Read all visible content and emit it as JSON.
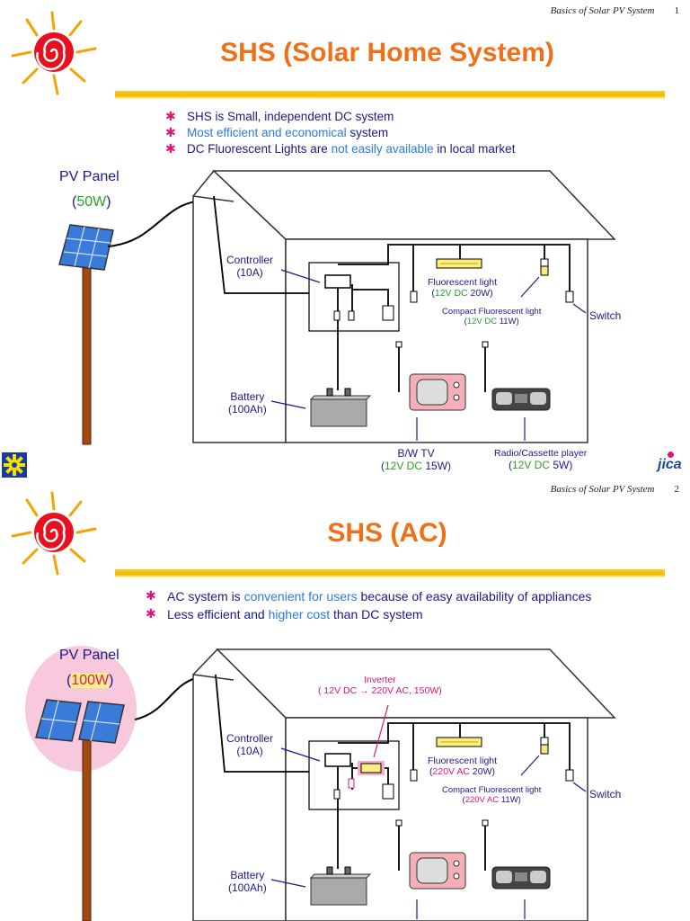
{
  "slides": [
    {
      "header": {
        "text": "Basics of Solar PV System",
        "page": "1"
      },
      "title": "SHS (Solar Home System)",
      "bullets": [
        {
          "parts": [
            {
              "t": "SHS is Small, independent DC system",
              "c": "n"
            }
          ]
        },
        {
          "parts": [
            {
              "t": "Most efficient and economical ",
              "c": "h"
            },
            {
              "t": "system",
              "c": "n"
            }
          ]
        },
        {
          "parts": [
            {
              "t": "DC Fluorescent Lights are ",
              "c": "n"
            },
            {
              "t": "not easily available",
              "c": "h"
            },
            {
              "t": " in local market",
              "c": "n"
            }
          ]
        }
      ],
      "pv": {
        "label": "PV Panel",
        "open": "(",
        "watt": "50W",
        "close": ")"
      },
      "controller": {
        "l1": "Controller",
        "l2": "(10A)"
      },
      "battery": {
        "l1": "Battery",
        "l2": "(100Ah)"
      },
      "fluorescent": {
        "l1": "Fluorescent light",
        "open": "(",
        "spec": "12V DC",
        "watt": " 20W",
        "close": ")"
      },
      "cfl": {
        "l1": "Compact Fluorescent light",
        "open": "(",
        "spec": "12V DC",
        "watt": " 11W",
        "close": ")"
      },
      "switch": "Switch",
      "tv": {
        "l1": "B/W TV",
        "open": "(",
        "spec": "12V DC",
        "watt": " 15W",
        "close": ")"
      },
      "radio": {
        "l1": "Radio/Cassette player",
        "open": "(",
        "spec": "12V DC",
        "watt": " 5W",
        "close": ")"
      },
      "logo": "jica"
    },
    {
      "header": {
        "text": "Basics of Solar PV System",
        "page": "2"
      },
      "title": "SHS (AC)",
      "bullets": [
        {
          "parts": [
            {
              "t": "AC system is ",
              "c": "n"
            },
            {
              "t": "convenient for users",
              "c": "h"
            },
            {
              "t": " because of easy availability of appliances",
              "c": "n"
            }
          ]
        },
        {
          "parts": [
            {
              "t": "Less efficient and ",
              "c": "n"
            },
            {
              "t": "higher cost",
              "c": "h"
            },
            {
              "t": " than DC system",
              "c": "n"
            }
          ]
        }
      ],
      "pv": {
        "label": "PV Panel",
        "open": "(",
        "watt": "100W",
        "close": ")"
      },
      "inverter": {
        "l1": "Inverter",
        "l2": "( 12V DC → 220V AC, 150W)"
      },
      "controller": {
        "l1": "Controller",
        "l2": "(10A)"
      },
      "battery": {
        "l1": "Battery",
        "l2": "(100Ah)"
      },
      "fluorescent": {
        "l1": "Fluorescent light",
        "open": "(",
        "spec": "220V AC",
        "watt": " 20W",
        "close": ")"
      },
      "cfl": {
        "l1": "Compact Fluorescent light",
        "open": "(",
        "spec": "220V AC",
        "watt": " 11W",
        "close": ")"
      },
      "switch": "Switch"
    }
  ],
  "colors": {
    "title": "#f07018",
    "text": "#1a1a8c",
    "highlight": "#2a7ae0",
    "bullet": "#e0157a",
    "green": "#2aa02a",
    "pink": "#e0157a"
  }
}
